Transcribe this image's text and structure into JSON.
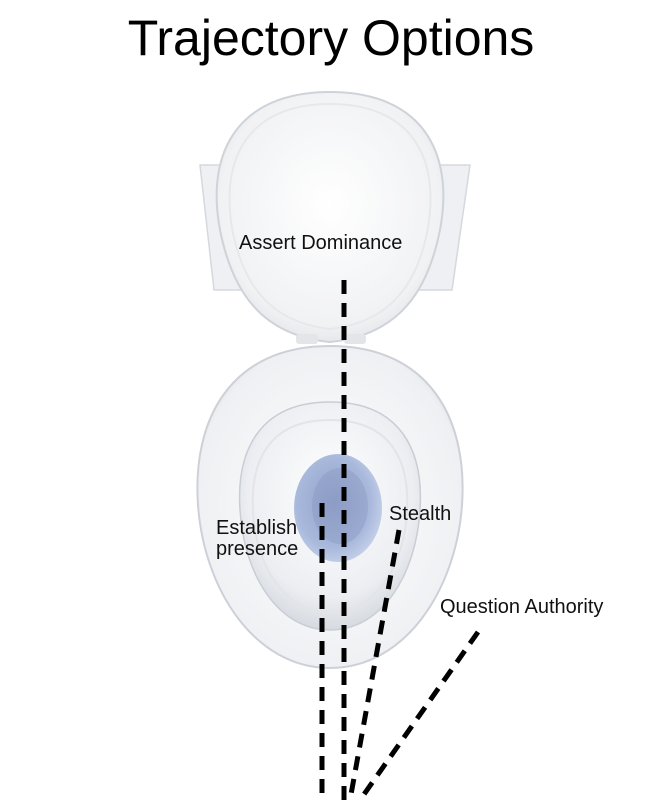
{
  "title": "Trajectory Options",
  "labels": {
    "assert_dominance": "Assert Dominance",
    "establish_presence": "Establish presence",
    "stealth": "Stealth",
    "question_authority": "Question Authority"
  },
  "colors": {
    "background": "#ffffff",
    "text": "#111111",
    "toilet_white": "#f4f5f7",
    "toilet_shadow": "#d9dce1",
    "water": "#a9b9dc",
    "dashes": "#000000"
  }
}
